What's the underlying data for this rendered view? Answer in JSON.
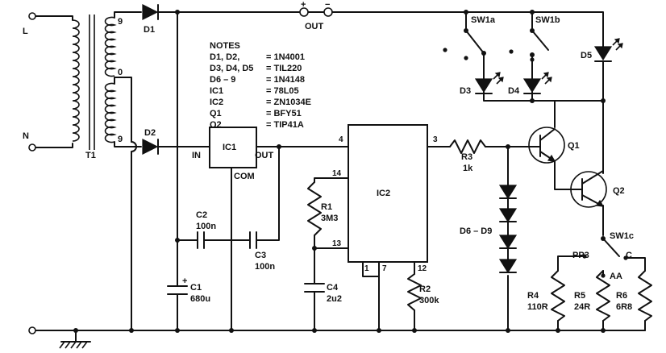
{
  "labels": {
    "L": "L",
    "N": "N",
    "T1": "T1",
    "tap_top": "9",
    "tap_mid": "0",
    "tap_bot": "9",
    "D1": "D1",
    "D2": "D2",
    "OUT": "OUT",
    "plus": "+",
    "minus": "−",
    "SW1a": "SW1a",
    "SW1b": "SW1b",
    "D3": "D3",
    "D4": "D4",
    "D5": "D5",
    "IC1": "IC1",
    "IN": "IN",
    "IC1_OUT": "OUT",
    "COM": "COM",
    "C1": "C1",
    "C1_val": "680u",
    "C1_plus": "+",
    "C2": "C2",
    "C2_val": "100n",
    "C3": "C3",
    "C3_val": "100n",
    "IC2": "IC2",
    "pin4": "4",
    "pin3": "3",
    "pin14": "14",
    "pin13": "13",
    "pin1": "1",
    "pin7": "7",
    "pin12": "12",
    "R1": "R1",
    "R1_val": "3M3",
    "C4": "C4",
    "C4_val": "2u2",
    "R2": "R2",
    "R2_val": "300k",
    "R3": "R3",
    "R3_val": "1k",
    "Q1": "Q1",
    "Q2": "Q2",
    "D6_9": "D6 – D9",
    "SW1c": "SW1c",
    "PP3": "PP3",
    "C": "C",
    "AA": "AA",
    "R4": "R4",
    "R4_val": "110R",
    "R5": "R5",
    "R5_val": "24R",
    "R6": "R6",
    "R6_val": "6R8"
  },
  "notes": {
    "title": "NOTES",
    "rows": [
      {
        "part": "D1, D2,",
        "value": "= 1N4001"
      },
      {
        "part": "D3, D4, D5",
        "value": "= TIL220"
      },
      {
        "part": "D6 – 9",
        "value": "= 1N4148"
      },
      {
        "part": "IC1",
        "value": "= 78L05"
      },
      {
        "part": "IC2",
        "value": "= ZN1034E"
      },
      {
        "part": "Q1",
        "value": "= BFY51"
      },
      {
        "part": "Q2",
        "value": "= TIP41A"
      }
    ]
  }
}
